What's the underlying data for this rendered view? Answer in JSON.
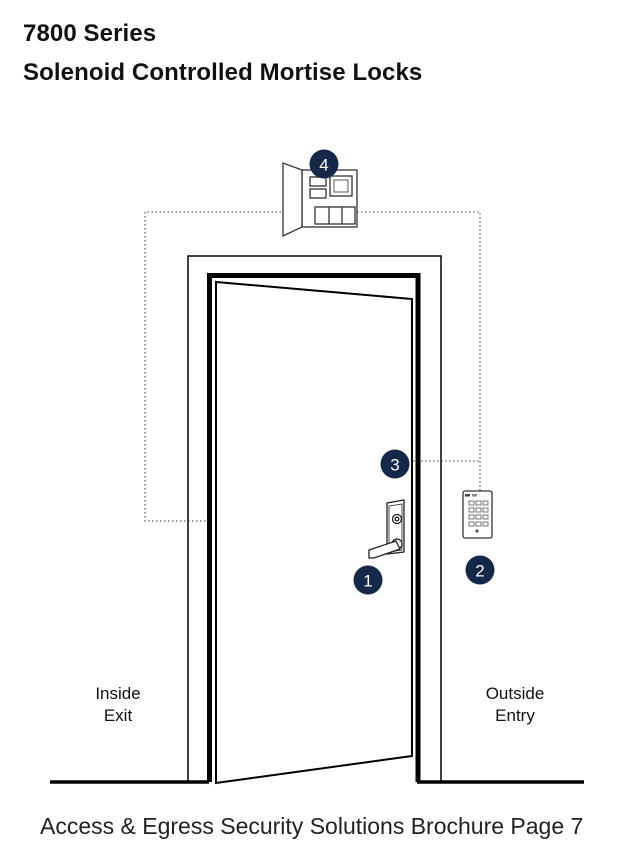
{
  "header": {
    "series": "7800  Series",
    "product": "Solenoid Controlled Mortise Locks"
  },
  "labels": {
    "inside": [
      "Inside",
      "Exit"
    ],
    "outside": [
      "Outside",
      "Entry"
    ]
  },
  "markers": [
    {
      "number": "1",
      "component": "mortise-lock-lever"
    },
    {
      "number": "2",
      "component": "keypad-reader"
    },
    {
      "number": "3",
      "component": "door-position-wiring"
    },
    {
      "number": "4",
      "component": "control-panel"
    }
  ],
  "footer": {
    "text": "Access & Egress Security Solutions Brochure Page 7"
  },
  "colors": {
    "marker_fill": "#14294a",
    "line": "#000000",
    "wiring": "#666666"
  }
}
